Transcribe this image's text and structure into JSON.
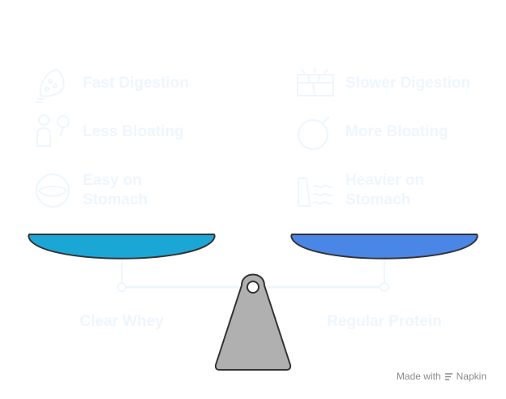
{
  "left": {
    "label": "Clear Whey",
    "color": "#1ba7d6",
    "features": [
      {
        "icon": "fast-digestion-icon",
        "label": "Fast Digestion"
      },
      {
        "icon": "less-bloating-icon",
        "label": "Less Bloating"
      },
      {
        "icon": "easy-on-stomach-icon",
        "label": "Easy on\nStomach"
      }
    ]
  },
  "right": {
    "label": "Regular Protein",
    "color": "#4a86e6",
    "features": [
      {
        "icon": "slower-digestion-icon",
        "label": "Slower Digestion"
      },
      {
        "icon": "more-bloating-icon",
        "label": "More Bloating"
      },
      {
        "icon": "heavier-on-stomach-icon",
        "label": "Heavier on\nStomach"
      }
    ]
  },
  "colors": {
    "faint": "#eef6fd",
    "stand": "#b0b0b0",
    "outline": "#333333"
  },
  "credit": {
    "prefix": "Made with",
    "brand": "Napkin"
  }
}
